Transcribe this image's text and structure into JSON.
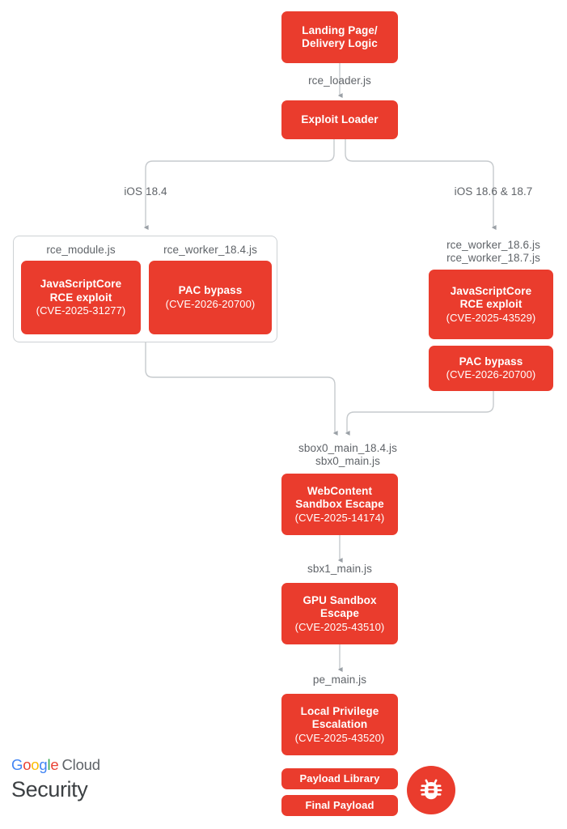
{
  "diagram": {
    "title": "iOS exploit chain flow diagram",
    "accent_color": "#EA3C2D",
    "edge_color": "#9aa0a6",
    "label_color": "#5f6368",
    "nodes": {
      "landing": {
        "line1": "Landing Page/",
        "line2": "Delivery Logic"
      },
      "loader": {
        "line1": "Exploit Loader"
      },
      "jsc_184": {
        "line1": "JavaScriptCore",
        "line2": "RCE exploit",
        "cve": "(CVE-2025-31277)"
      },
      "pac_184": {
        "line1": "PAC bypass",
        "cve": "(CVE-2026-20700)"
      },
      "jsc_186": {
        "line1": "JavaScriptCore",
        "line2": "RCE exploit",
        "cve": "(CVE-2025-43529)"
      },
      "pac_186": {
        "line1": "PAC bypass",
        "cve": "(CVE-2026-20700)"
      },
      "webcontent": {
        "line1": "WebContent",
        "line2": "Sandbox Escape",
        "cve": "(CVE-2025-14174)"
      },
      "gpu": {
        "line1": "GPU Sandbox",
        "line2": "Escape",
        "cve": "(CVE-2025-43510)"
      },
      "lpe": {
        "line1": "Local Privilege",
        "line2": "Escalation",
        "cve": "(CVE-2025-43520)"
      },
      "payload_library": {
        "line1": "Payload Library"
      },
      "final_payload": {
        "line1": "Final Payload"
      }
    },
    "edge_labels": {
      "rce_loader": "rce_loader.js",
      "ios_184": "iOS 18.4",
      "ios_186_187": "iOS 18.6 & 18.7",
      "rce_module": "rce_module.js",
      "rce_worker_184": "rce_worker_18.4.js",
      "rce_worker_186_187": "rce_worker_18.6.js\nrce_worker_18.7.js",
      "sbox0": "sbox0_main_18.4.js\nsbx0_main.js",
      "sbx1": "sbx1_main.js",
      "pe_main": "pe_main.js"
    },
    "logo": {
      "g": "G",
      "o1": "o",
      "o2": "o",
      "g2": "g",
      "l": "l",
      "e": "e",
      "cloud": "Cloud",
      "security": "Security"
    },
    "icons": {
      "bug": "bug-icon"
    }
  }
}
